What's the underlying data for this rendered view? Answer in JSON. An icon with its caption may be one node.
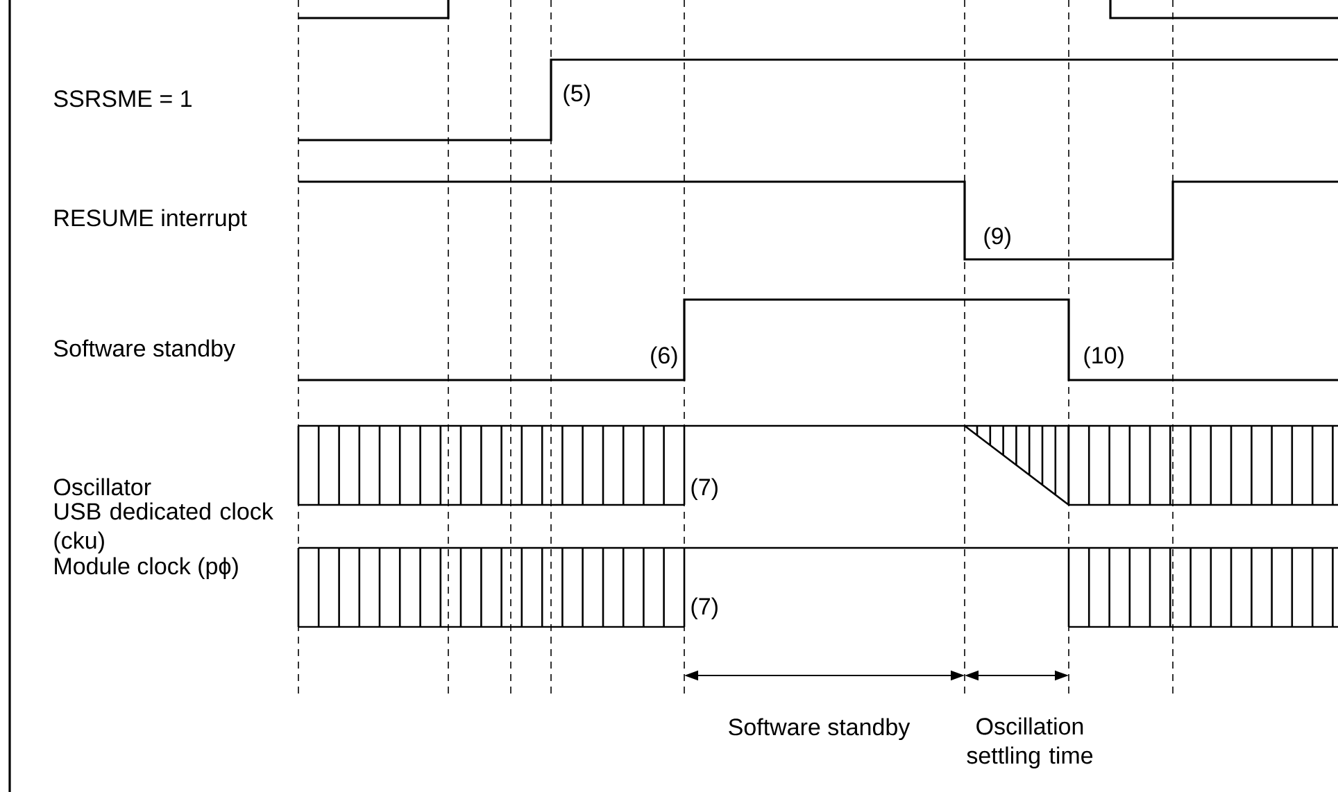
{
  "diagram": {
    "labels": [
      "SSRSME = 1",
      "(5)",
      "RESUME interrupt",
      "(9)",
      "Software standby",
      "(6)",
      "(10)",
      "Oscillator",
      "(7)",
      "USB dedicated clock (cku)",
      "Module clock (pϕ)",
      "(7)",
      "Software standby",
      "Oscillation settling time"
    ]
  }
}
